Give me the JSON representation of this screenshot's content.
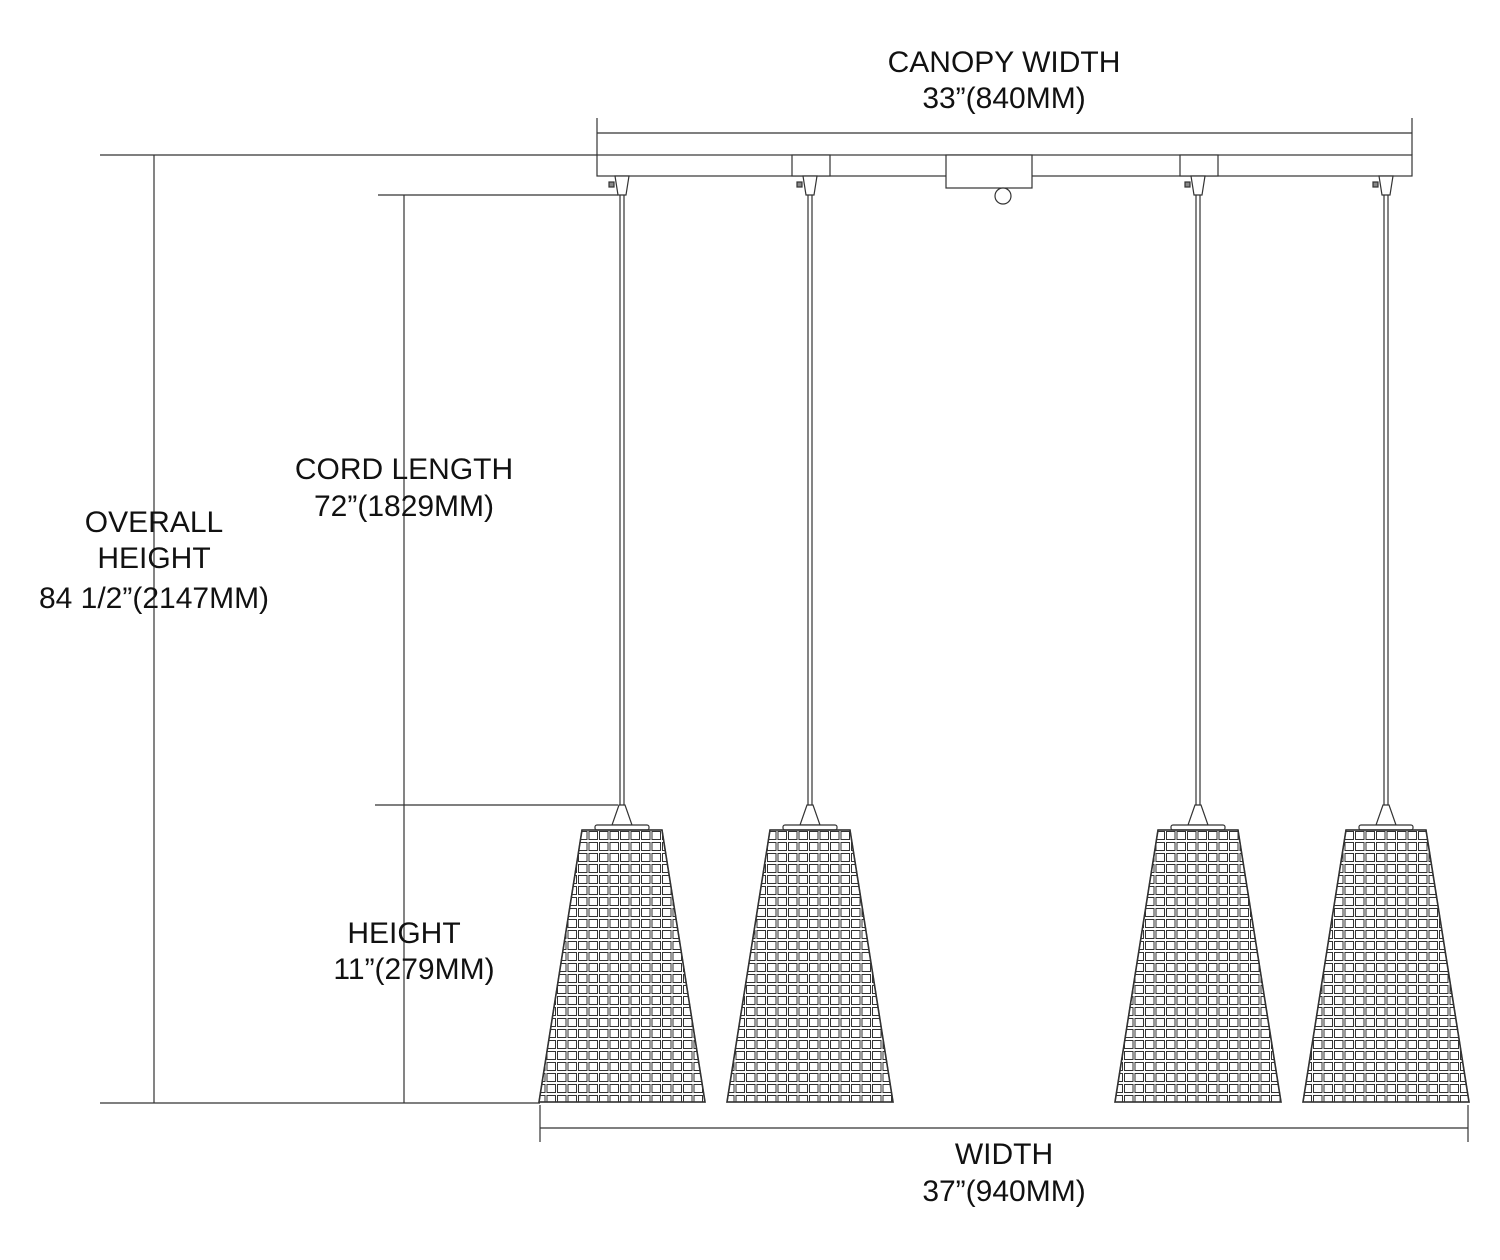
{
  "canopy_width": {
    "label": "CANOPY WIDTH",
    "value": "33”(840MM)"
  },
  "overall_height": {
    "label_line1": "OVERALL",
    "label_line2": "HEIGHT",
    "value": "84 1/2”(2147MM)"
  },
  "cord_length": {
    "label": "CORD LENGTH",
    "value": "72”(1829MM)"
  },
  "height": {
    "label": "HEIGHT",
    "value": "11”(279MM)"
  },
  "width": {
    "label": "WIDTH",
    "value": "37”(940MM)"
  },
  "colors": {
    "line": "#222222",
    "background": "#ffffff"
  }
}
